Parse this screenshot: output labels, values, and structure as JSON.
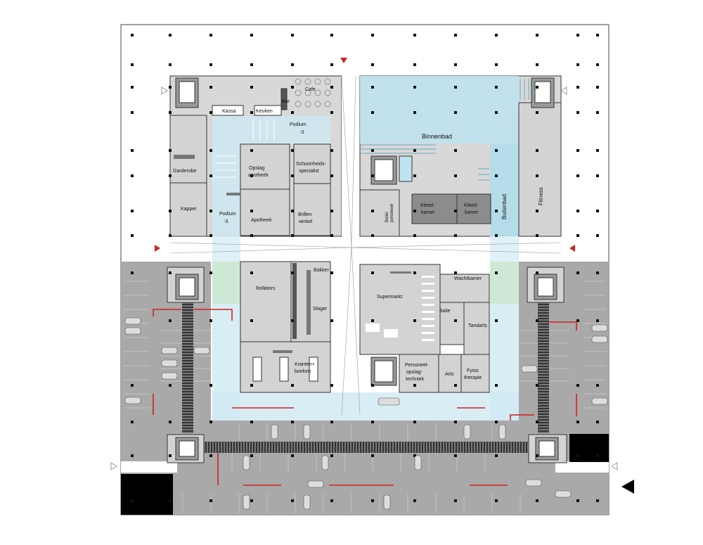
{
  "labels": {
    "cafe": "Cafe",
    "bar": "Bar",
    "kassa": "Kassa",
    "keuken": "Keuken",
    "podium_top": "Podium",
    "podium_top_level": "-3",
    "podium_left": "Podium",
    "podium_left_level": "-3",
    "garderobe": "Garderobe",
    "kapper": "Kapper",
    "opslag": "Opslag",
    "apotheek_sub": "apotheek",
    "apotheek": "Apotheek",
    "schoonheids": "Schoonheids-",
    "specialist": "specialist",
    "brillen": "Brillen",
    "winkel": "winkel",
    "binnenbad": "Binnenbad",
    "balie_personeel_1": "Balie/",
    "balie_personeel_2": "personeel",
    "kleedkamer1_a": "Kleed-",
    "kleedkamer1_b": "kamer",
    "kleedkamer2_a": "Kleed-",
    "kleedkamer2_b": "kamer",
    "buitenbad": "Buitenbad",
    "fitness": "Fitness",
    "bakker": "Bakker",
    "rollators": "Rollators",
    "slager": "Slager",
    "kranten": "Kranten+",
    "boeken": "boeken",
    "supermarkt": "Supermarkt",
    "balie": "Balie",
    "wachtkamer": "Wachtkamer",
    "tandarts": "Tandarts",
    "personeel_1": "Personeel-",
    "personeel_2": "opslag-",
    "personeel_3": "techniek",
    "arts": "Arts",
    "fysio_1": "Fysio",
    "fysio_2": "therapie"
  },
  "colors": {
    "pool_blue": "#cfe9f3",
    "pool_blue_edge": "#8fc9df",
    "green": "#cfe8d6",
    "room_gray": "#d3d3d3",
    "dark_gray": "#8c8c8c",
    "parking_gray": "#a9a9a9",
    "route_red": "#d32020",
    "arrow_red": "#d32020"
  },
  "icons": {
    "entrance_marker": "triangle-arrow-icon",
    "stair": "stair-icon",
    "elevator": "elevator-icon",
    "car": "car-icon",
    "column": "column-dot-icon"
  }
}
